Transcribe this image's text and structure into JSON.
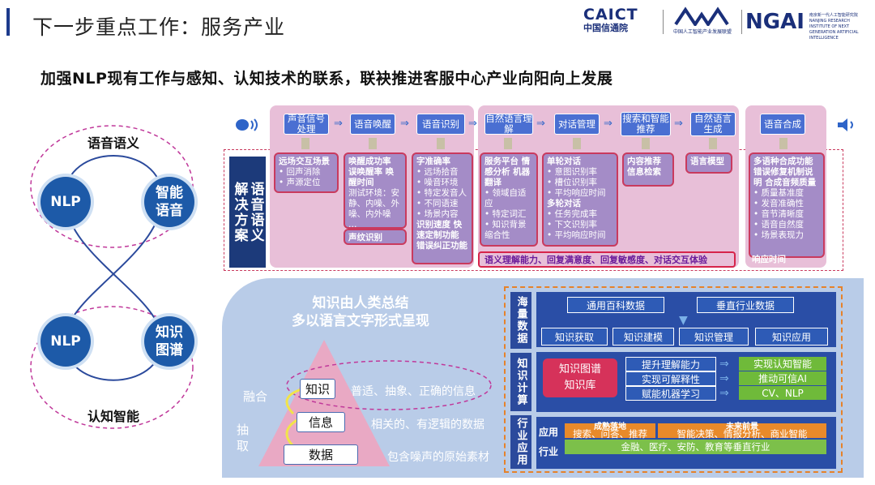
{
  "header": {
    "title": "下一步重点工作：服务产业",
    "subtitle": "加强NLP现有工作与感知、认知技术的联系，联袂推进客服中心产业向阳向上发展",
    "logos": {
      "caict_big": "CAICT",
      "caict_small": "中国信通院",
      "aiia_small": "中国人工智能产业发展联盟",
      "ngai_big": "NGAI",
      "ngai_small": "南京新一代人工智能研究院 NANJING RESEARCH INSTITUTE OF NEXT GENERATION ARTIFICIAL INTELLIGENCE"
    }
  },
  "left_diagram": {
    "top_label": "语音语义",
    "bottom_label": "认知智能",
    "nlp_top": "NLP",
    "smart_voice": "智能\n语音",
    "nlp_bottom": "NLP",
    "knowledge_graph": "知识\n图谱"
  },
  "process": {
    "solution_label_a": "解决方案",
    "solution_label_b": "语音语义",
    "steps": [
      "声音信号处理",
      "语音唤醒",
      "语音识别",
      "自然语言理解",
      "对话管理",
      "搜索和智能推荐",
      "自然语言生成",
      "语音合成"
    ],
    "details": [
      {
        "hd": "远场交互场景",
        "items": [
          "回声消除",
          "声源定位"
        ]
      },
      {
        "hd": "唤醒成功率 误唤醒率 唤醒时间",
        "items": [],
        "extra": "测试环境：安静、内噪、外噪、内外噪 …",
        "box2": "声纹识别"
      },
      {
        "hd": "字准确率",
        "items": [
          "远场拾音",
          "噪音环境",
          "特定发音人",
          "不同语速",
          "场景内容"
        ],
        "extra": "识别速度 快速定制功能 错误纠正功能"
      },
      {
        "hd": "服务平台 情感分析 机器翻译",
        "items": [
          "领域自适应",
          "特定词汇",
          "知识背景缩合性"
        ]
      },
      {
        "hd": "单轮对话",
        "items": [
          "意图识别率",
          "槽位识别率",
          "平均响应时间"
        ],
        "extra": "多轮对话",
        "items2": [
          "任务完成率",
          "下文识别率",
          "平均响应时间"
        ]
      },
      {
        "hd": "内容推荐 信息检索",
        "items": []
      },
      {
        "hd": "语言模型",
        "items": []
      },
      {
        "hd": "多语种合成功能 错误修复机制说明 合成音频质量",
        "items": [
          "质量基准度",
          "发音准确性",
          "音节清晰度",
          "语音自然度",
          "场景表现力"
        ],
        "extra": "响应时间"
      }
    ],
    "nlu_bar": "语义理解能力、回复满意度、回复敏感度、对话交互体验"
  },
  "knowledge": {
    "title": "知识由人类总结\n多以语言文字形式呈现",
    "levels": [
      "知识",
      "信息",
      "数据"
    ],
    "descs": [
      "普适、抽象、正确的信息",
      "相关的、有逻辑的数据",
      "包含噪声的原始素材"
    ],
    "merge": "融合",
    "abstract": "抽\n取"
  },
  "right": {
    "haiLiang": "海量数据",
    "zhiShi": "知识计算",
    "hangYe": "行业应用",
    "data_sources": [
      "通用百科数据",
      "垂直行业数据"
    ],
    "ops": [
      "知识获取",
      "知识建模",
      "知识管理",
      "知识应用"
    ],
    "kg_box": "知识图谱\n知识库",
    "abilities": [
      "提升理解能力",
      "实现可解释性",
      "赋能机器学习"
    ],
    "results": [
      "实现认知智能",
      "推动可信AI",
      "CV、NLP"
    ],
    "app_label": "应用",
    "ind_label": "行业",
    "landed_title": "成熟落地",
    "landed": "搜索、问答、推荐",
    "future_title": "未来前景",
    "future": "智能决策、情报分析、商业智能",
    "industries": "金融、医疗、安防、教育等垂直行业"
  },
  "colors": {
    "navy": "#1c3a7a",
    "blue": "#2e5bb6",
    "pink": "#e8bfd8",
    "green": "#6fba3a",
    "orange": "#e98a2a"
  }
}
